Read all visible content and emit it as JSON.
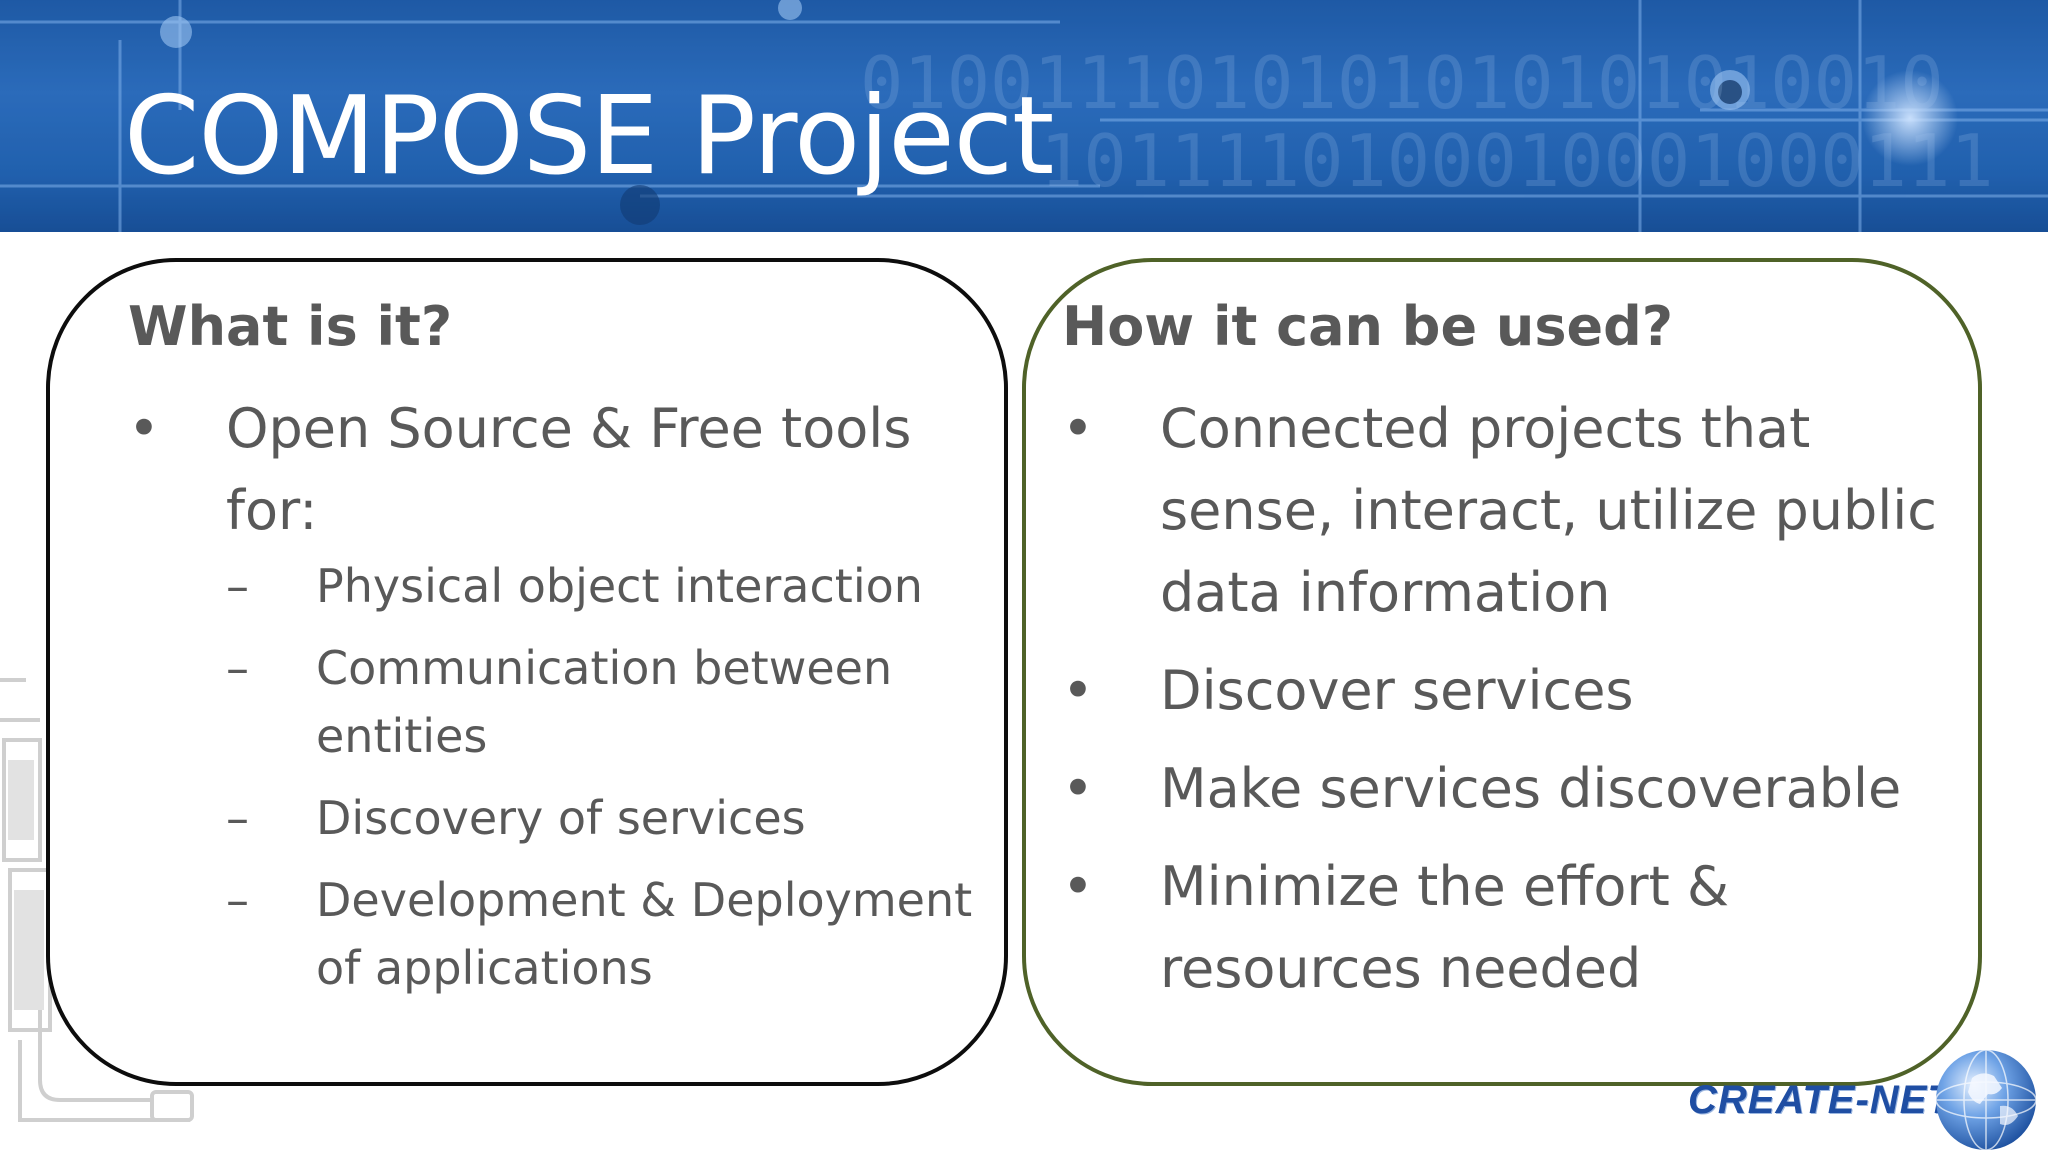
{
  "slide": {
    "title": "COMPOSE Project"
  },
  "left_panel": {
    "heading": "What is it?",
    "bullet_marker": "•",
    "sub_marker": "–",
    "bullet": "Open Source & Free tools for:",
    "subitems": [
      "Physical object interaction",
      "Communication between entities",
      "Discovery of services",
      "Development & Deployment of applications"
    ]
  },
  "right_panel": {
    "heading": "How it can be used?",
    "bullet_marker": "•",
    "bullets": [
      "Connected projects that sense, interact, utilize public data information",
      "Discover services",
      "Make services discoverable",
      "Minimize the effort & resources needed"
    ]
  },
  "logo": {
    "text": "CREATE-NET",
    "icon": "globe-icon"
  },
  "colors": {
    "banner": "#2262b0",
    "text": "#595959",
    "left_border": "#0d0d0d",
    "right_border": "#4f6228",
    "logo": "#1f4ea3"
  }
}
